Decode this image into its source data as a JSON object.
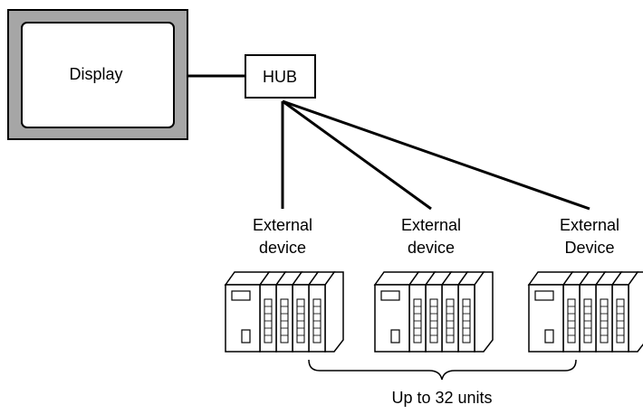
{
  "display": {
    "label": "Display"
  },
  "hub": {
    "label": "HUB"
  },
  "devices": [
    {
      "line1": "External",
      "line2": "device"
    },
    {
      "line1": "External",
      "line2": "device"
    },
    {
      "line1": "External",
      "line2": "Device"
    }
  ],
  "brace_label": "Up to 32 units",
  "colors": {
    "line": "#000000",
    "display_bezel": "#a6a6a6",
    "background": "#ffffff"
  }
}
